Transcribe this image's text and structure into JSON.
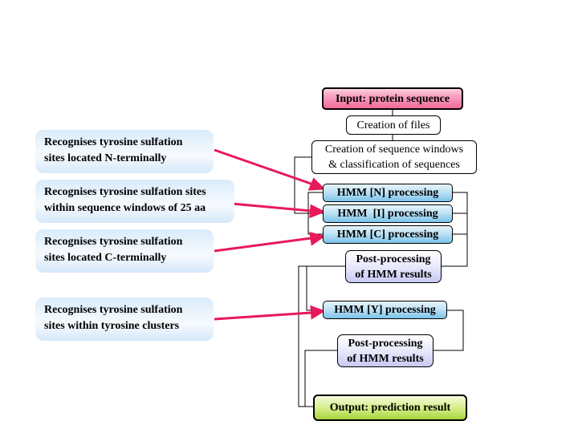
{
  "flowchart": {
    "input": "Input: protein sequence",
    "creation_files": "Creation of files",
    "creation_windows_line1": "Creation of sequence windows",
    "creation_windows_line2": "& classification of sequences",
    "hmm_n": "HMM [N] processing",
    "hmm_i": "HMM  [I] processing",
    "hmm_c": "HMM [C] processing",
    "post_processing_1_line1": "Post-processing",
    "post_processing_1_line2": "of HMM results",
    "hmm_y": "HMM [Y] processing",
    "post_processing_2_line1": "Post-processing",
    "post_processing_2_line2": "of HMM results",
    "output": "Output: prediction result"
  },
  "descriptions": [
    {
      "line1": "Recognises tyrosine sulfation",
      "line2": "sites located N-terminally",
      "target": "hmm_n"
    },
    {
      "line1": "Recognises tyrosine sulfation sites",
      "line2": "within sequence windows of 25 aa",
      "target": "hmm_i"
    },
    {
      "line1": "Recognises tyrosine sulfation",
      "line2": "sites located C-terminally",
      "target": "hmm_c"
    },
    {
      "line1": "Recognises tyrosine sulfation",
      "line2": "sites within tyrosine clusters",
      "target": "hmm_y"
    }
  ],
  "colors": {
    "arrow": "#e8195a",
    "input_box": "#f06a9a",
    "hmm_box": "#7cc3ea",
    "post_box": "#c8c8f3",
    "output_box": "#a9d43d",
    "description_box": "#d9ebfb"
  }
}
